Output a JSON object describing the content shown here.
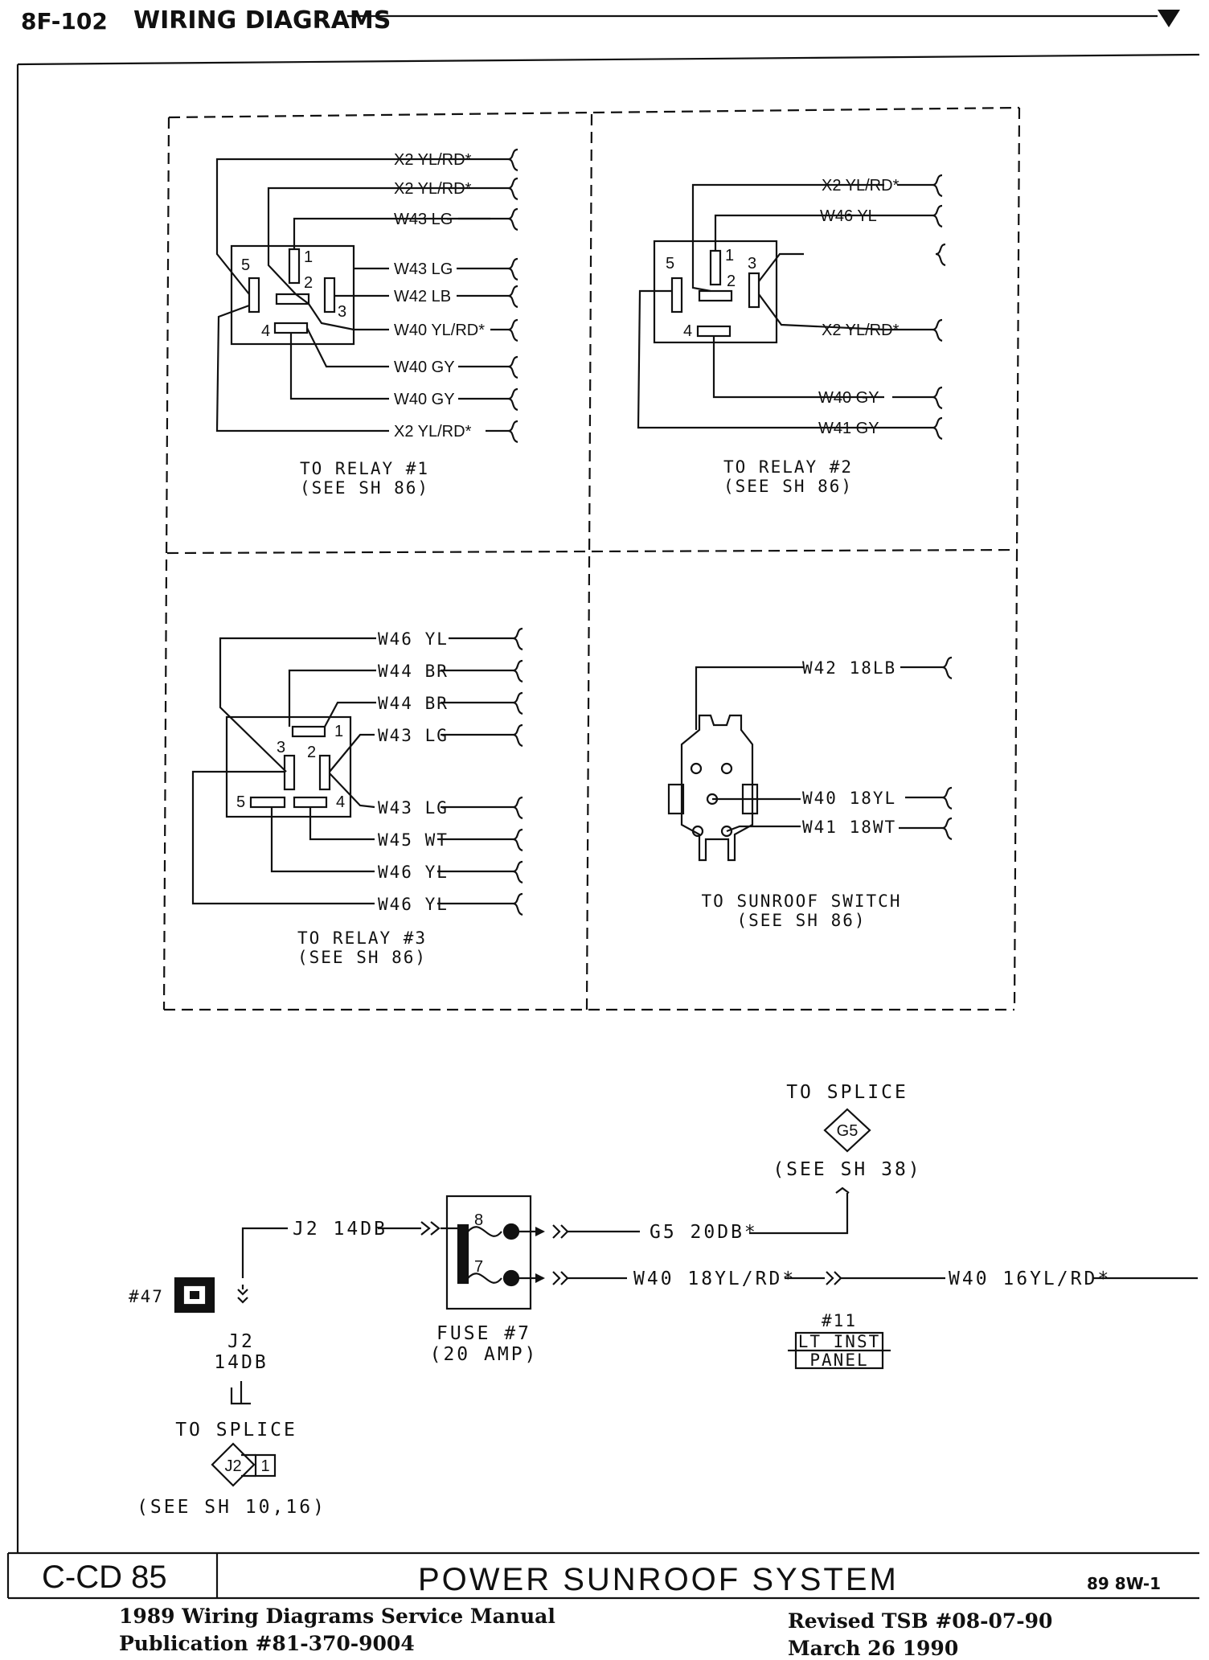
{
  "header": {
    "page_number": "8F-102",
    "section_title": "WIRING DIAGRAMS"
  },
  "relay1": {
    "wires": [
      "X2 YL/RD*",
      "X2 YL/RD*",
      "W43 LG",
      "W43 LG",
      "W42 LB",
      "W40 YL/RD*",
      "W40 GY",
      "W40 GY",
      "X2 YL/RD*"
    ],
    "pins": [
      "1",
      "2",
      "3",
      "4",
      "5"
    ],
    "caption_line1": "TO RELAY #1",
    "caption_line2": "(SEE SH 86)"
  },
  "relay2": {
    "wires": [
      "X2 YL/RD*",
      "W46 YL",
      "X2 YL/RD*",
      "W40 GY",
      "W41 GY"
    ],
    "pins": [
      "1",
      "2",
      "3",
      "4",
      "5"
    ],
    "caption_line1": "TO RELAY #2",
    "caption_line2": "(SEE SH 86)"
  },
  "relay3": {
    "wires": [
      "W46 YL",
      "W44 BR",
      "W44 BR",
      "W43 LG",
      "W43 LG",
      "W45 WT",
      "W46 YL",
      "W46 YL"
    ],
    "pins": [
      "1",
      "2",
      "3",
      "4",
      "5"
    ],
    "caption_line1": "TO RELAY #3",
    "caption_line2": "(SEE SH 86)"
  },
  "sunroof_switch": {
    "wires": [
      "W42 18LB",
      "W40 18YL",
      "W41 18WT"
    ],
    "caption_line1": "TO SUNROOF SWITCH",
    "caption_line2": "(SEE SH 86)"
  },
  "lower": {
    "splice_g5_top": "TO SPLICE",
    "splice_g5_id": "G5",
    "splice_g5_ref": "(SEE SH 38)",
    "wire_j2": "J2 14DB",
    "wire_g5": "G5 20DB*",
    "wire_w40a": "W40 18YL/RD*",
    "wire_w40b": "W40 16YL/RD*",
    "fuse_pin_top": "8",
    "fuse_pin_bottom": "7",
    "fuse_label": "FUSE #7",
    "fuse_amp": "(20 AMP)",
    "connector_num": "#47",
    "j2_line1": "J2",
    "j2_line2": "14DB",
    "splice_j2_top": "TO SPLICE",
    "splice_j2_id": "J2",
    "splice_j2_num": "1",
    "splice_j2_ref": "(SEE SH 10,16)",
    "panel_num": "#11",
    "panel_line1": "LT INST",
    "panel_line2": "PANEL"
  },
  "footer": {
    "code": "C-CD 85",
    "title": "POWER SUNROOF SYSTEM",
    "ref": "89 8W-1",
    "manual": "1989 Wiring Diagrams Service Manual",
    "publication": "Publication #81-370-9004",
    "revised": "Revised TSB #08-07-90",
    "date": "March 26 1990"
  }
}
